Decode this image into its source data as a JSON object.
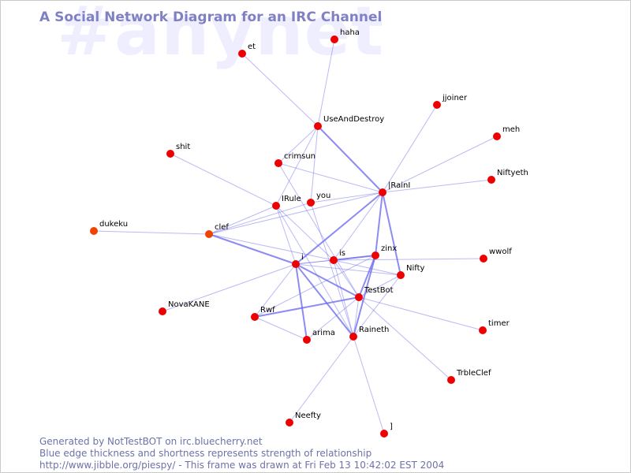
{
  "watermark": "#anynet",
  "title": "A Social Network Diagram for an IRC Channel",
  "footer": {
    "line1": "Generated by NotTestBOT on irc.bluecherry.net",
    "line2": "Blue edge thickness and shortness represents strength of relationship",
    "line3": "http://www.jibble.org/piespy/ - This frame was drawn at Fri Feb 13 10:42:02 EST 2004"
  },
  "colors": {
    "node": "#ee0000",
    "node_highlight": "#ee4400",
    "edge": "#6666ee",
    "title": "#8080c4",
    "footer": "#6d72a8",
    "watermark": "#eeeeff"
  },
  "nodes": [
    {
      "id": "et",
      "label": "et"
    },
    {
      "id": "haha",
      "label": "haha"
    },
    {
      "id": "jjoiner",
      "label": "jjoiner"
    },
    {
      "id": "UseAndDestroy",
      "label": "UseAndDestroy"
    },
    {
      "id": "meh",
      "label": "meh"
    },
    {
      "id": "shit",
      "label": "shit"
    },
    {
      "id": "crimsun",
      "label": "crimsun"
    },
    {
      "id": "Niftyeth",
      "label": "Niftyeth"
    },
    {
      "id": "IRainI",
      "label": "|RainI"
    },
    {
      "id": "IRule",
      "label": "IRule"
    },
    {
      "id": "you",
      "label": "you"
    },
    {
      "id": "dukeku",
      "label": "dukeku"
    },
    {
      "id": "clef",
      "label": "clef"
    },
    {
      "id": "zinx",
      "label": "zinx"
    },
    {
      "id": "wwolf",
      "label": "wwolf"
    },
    {
      "id": "is",
      "label": "is"
    },
    {
      "id": "i",
      "label": "i"
    },
    {
      "id": "Nifty",
      "label": "Nifty"
    },
    {
      "id": "TestBot",
      "label": "TestBot"
    },
    {
      "id": "NovaKANE",
      "label": "NovaKANE"
    },
    {
      "id": "Rwf",
      "label": "Rwf"
    },
    {
      "id": "timer",
      "label": "timer"
    },
    {
      "id": "arima",
      "label": "arima"
    },
    {
      "id": "Raineth",
      "label": "Raineth"
    },
    {
      "id": "TrbleClef",
      "label": "TrbleClef"
    },
    {
      "id": "Neefty",
      "label": "Neefty"
    },
    {
      "id": "bracket",
      "label": "]"
    }
  ],
  "edges": [
    {
      "from": "et",
      "to": "UseAndDestroy",
      "weight": 1
    },
    {
      "from": "haha",
      "to": "UseAndDestroy",
      "weight": 1
    },
    {
      "from": "UseAndDestroy",
      "to": "IRainI",
      "weight": 2
    },
    {
      "from": "UseAndDestroy",
      "to": "IRule",
      "weight": 1
    },
    {
      "from": "UseAndDestroy",
      "to": "you",
      "weight": 1
    },
    {
      "from": "UseAndDestroy",
      "to": "crimsun",
      "weight": 1
    },
    {
      "from": "jjoiner",
      "to": "IRainI",
      "weight": 1
    },
    {
      "from": "meh",
      "to": "IRainI",
      "weight": 1
    },
    {
      "from": "Niftyeth",
      "to": "IRainI",
      "weight": 1
    },
    {
      "from": "crimsun",
      "to": "IRainI",
      "weight": 1
    },
    {
      "from": "crimsun",
      "to": "TestBot",
      "weight": 1
    },
    {
      "from": "IRainI",
      "to": "i",
      "weight": 2
    },
    {
      "from": "IRainI",
      "to": "zinx",
      "weight": 2
    },
    {
      "from": "IRainI",
      "to": "Nifty",
      "weight": 2
    },
    {
      "from": "IRainI",
      "to": "clef",
      "weight": 1
    },
    {
      "from": "IRainI",
      "to": "is",
      "weight": 1
    },
    {
      "from": "IRainI",
      "to": "you",
      "weight": 1
    },
    {
      "from": "shit",
      "to": "IRule",
      "weight": 1
    },
    {
      "from": "IRule",
      "to": "clef",
      "weight": 1
    },
    {
      "from": "IRule",
      "to": "i",
      "weight": 1
    },
    {
      "from": "IRule",
      "to": "Raineth",
      "weight": 1
    },
    {
      "from": "IRule",
      "to": "is",
      "weight": 1
    },
    {
      "from": "you",
      "to": "Raineth",
      "weight": 1
    },
    {
      "from": "you",
      "to": "clef",
      "weight": 1
    },
    {
      "from": "dukeku",
      "to": "clef",
      "weight": 1
    },
    {
      "from": "clef",
      "to": "i",
      "weight": 2
    },
    {
      "from": "clef",
      "to": "is",
      "weight": 1
    },
    {
      "from": "i",
      "to": "is",
      "weight": 1
    },
    {
      "from": "i",
      "to": "zinx",
      "weight": 1
    },
    {
      "from": "i",
      "to": "TestBot",
      "weight": 2
    },
    {
      "from": "i",
      "to": "Raineth",
      "weight": 2
    },
    {
      "from": "i",
      "to": "NovaKANE",
      "weight": 1
    },
    {
      "from": "i",
      "to": "Rwf",
      "weight": 1
    },
    {
      "from": "i",
      "to": "arima",
      "weight": 2
    },
    {
      "from": "i",
      "to": "Nifty",
      "weight": 1
    },
    {
      "from": "is",
      "to": "zinx",
      "weight": 2
    },
    {
      "from": "is",
      "to": "wwolf",
      "weight": 1
    },
    {
      "from": "is",
      "to": "TestBot",
      "weight": 1
    },
    {
      "from": "is",
      "to": "Raineth",
      "weight": 1
    },
    {
      "from": "is",
      "to": "Nifty",
      "weight": 1
    },
    {
      "from": "zinx",
      "to": "TestBot",
      "weight": 2
    },
    {
      "from": "zinx",
      "to": "Raineth",
      "weight": 2
    },
    {
      "from": "zinx",
      "to": "Rwf",
      "weight": 1
    },
    {
      "from": "Nifty",
      "to": "TestBot",
      "weight": 1
    },
    {
      "from": "TestBot",
      "to": "Rwf",
      "weight": 2
    },
    {
      "from": "TestBot",
      "to": "arima",
      "weight": 1
    },
    {
      "from": "TestBot",
      "to": "Raineth",
      "weight": 1
    },
    {
      "from": "TestBot",
      "to": "timer",
      "weight": 1
    },
    {
      "from": "TestBot",
      "to": "TrbleClef",
      "weight": 1
    },
    {
      "from": "Rwf",
      "to": "arima",
      "weight": 1
    },
    {
      "from": "Raineth",
      "to": "Neefty",
      "weight": 1
    },
    {
      "from": "Raineth",
      "to": "bracket",
      "weight": 1
    },
    {
      "from": "Raineth",
      "to": "Nifty",
      "weight": 1
    }
  ]
}
